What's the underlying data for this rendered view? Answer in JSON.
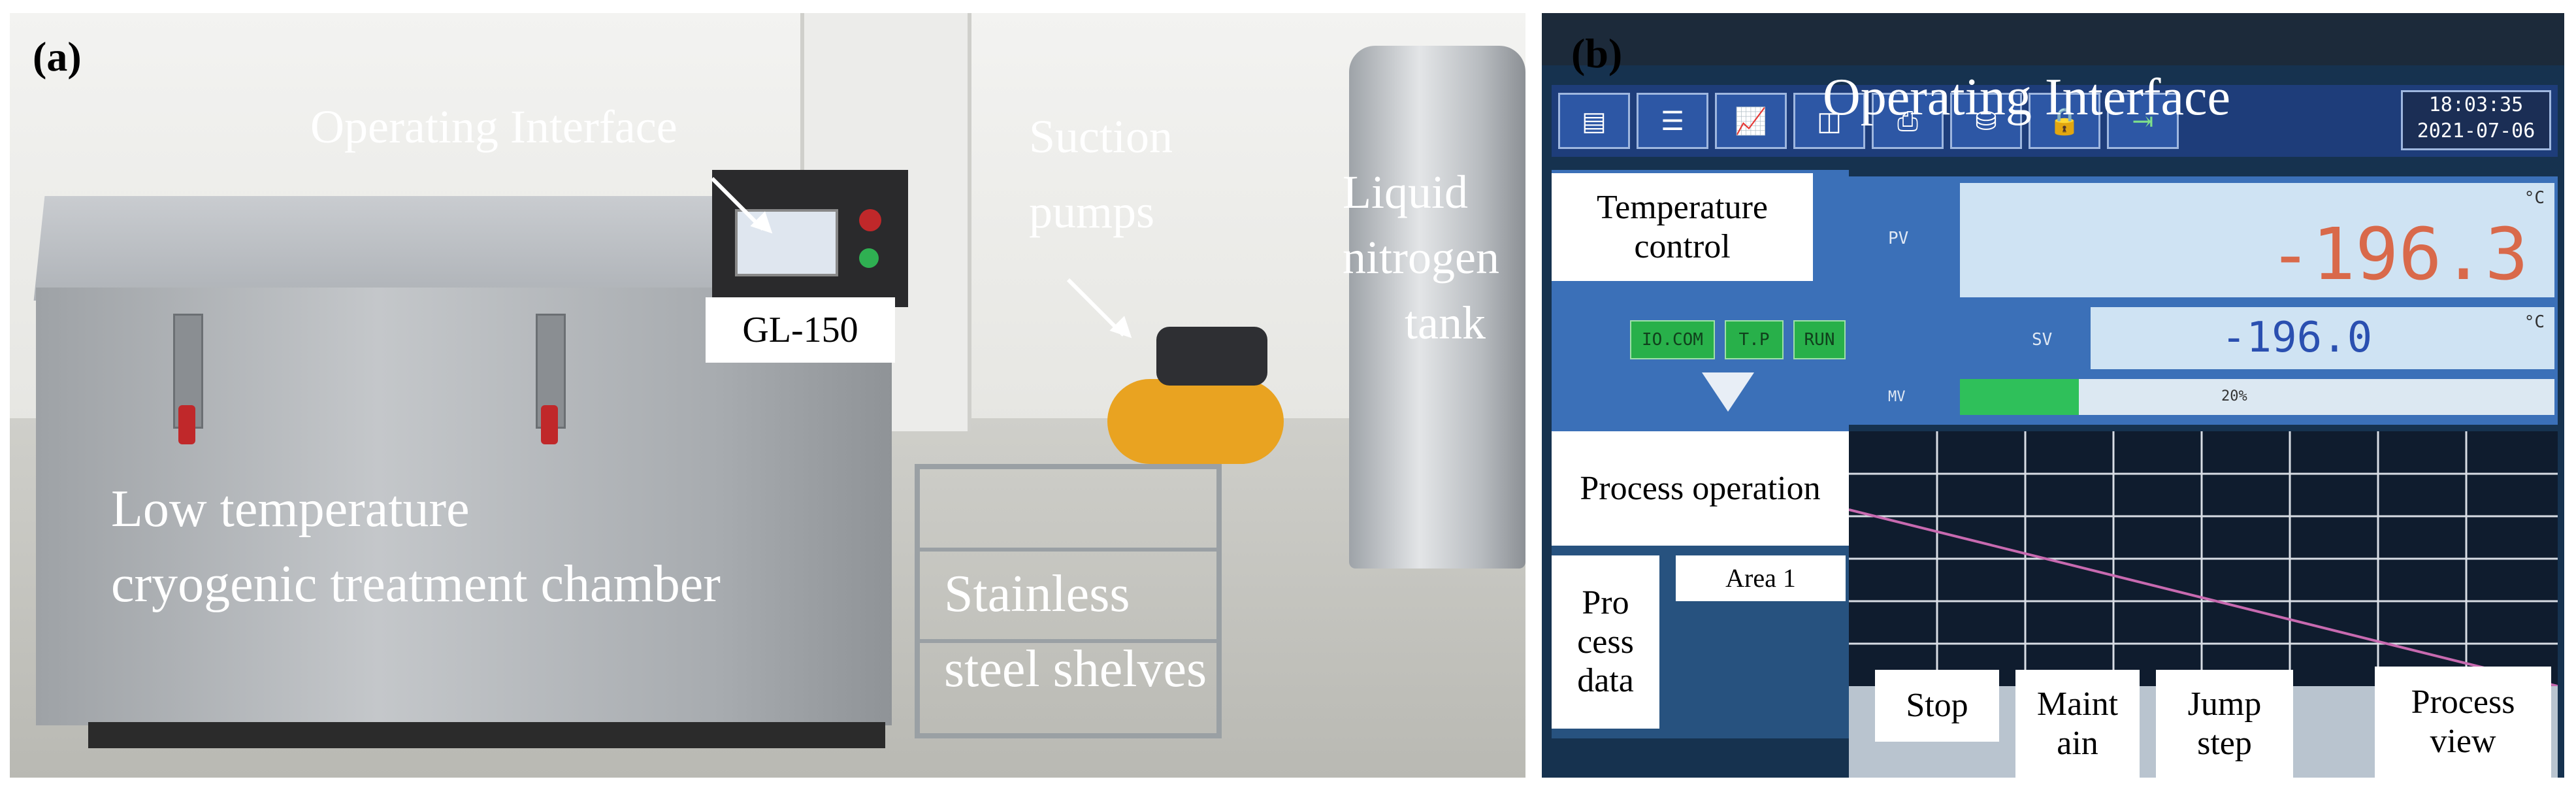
{
  "panel_a": {
    "letter": "(a)",
    "labels": {
      "operating_interface": "Operating Interface",
      "model": "GL-150",
      "suction_pumps_1": "Suction",
      "suction_pumps_2": "pumps",
      "ln2_1": "Liquid",
      "ln2_2": "nitrogen",
      "ln2_3": "tank",
      "chamber_1": "Low temperature",
      "chamber_2": "cryogenic treatment chamber",
      "shelves_1": "Stainless",
      "shelves_2": "steel shelves"
    }
  },
  "panel_b": {
    "letter": "(b)",
    "title": "Operating Interface",
    "clock": {
      "time": "18:03:35",
      "date": "2021-07-06"
    },
    "pv_label": "PV",
    "pv_value": "-196.3",
    "sv_label": "SV",
    "sv_value": "-196.0",
    "mv_label": "MV",
    "mv_percent_text": "20%",
    "mv_fraction": 0.2,
    "unit": "°C",
    "status_buttons": [
      "IO.COM",
      "T.P",
      "RUN"
    ],
    "callouts": {
      "temperature_control": "Temperature control",
      "process_operation": "Process operation",
      "area": "Area 1",
      "process_data": "Pro cess data",
      "stop": "Stop",
      "maintain": "Maint ain",
      "jump_step": "Jump step",
      "process_view": "Process view"
    },
    "colors": {
      "pv_text": "#d9694a",
      "sv_text": "#2a4fb0",
      "toolbar": "#1e3d7a",
      "panel": "#3b70b8",
      "trend": "#c86ab0"
    }
  }
}
